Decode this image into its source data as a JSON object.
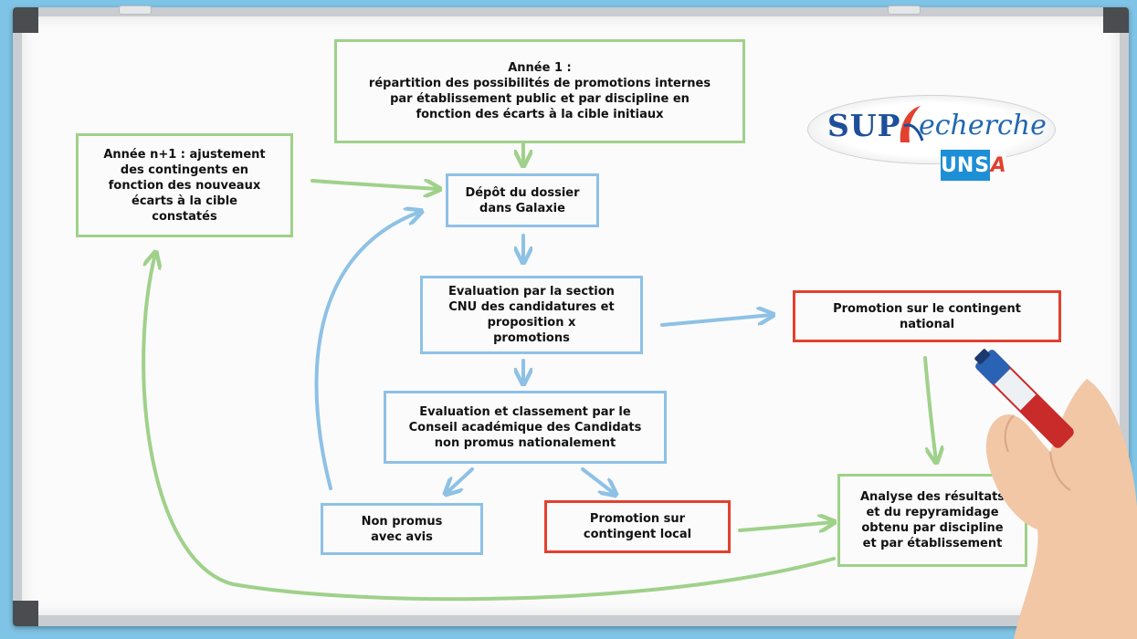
{
  "diagram": {
    "nodes": {
      "annee1": "Année 1 :\nrépartition des possibilités de promotions internes\npar établissement public et par discipline en\nfonction des écarts à la cible initiaux",
      "annee_n1": "Année n+1 : ajustement\ndes contingents en\nfonction des nouveaux\nécarts à la cible\nconstatés",
      "depot": "Dépôt du dossier\ndans Galaxie",
      "evaluation_cnu": "Evaluation par la section\nCNU des candidatures et\nproposition  x\npromotions",
      "promotion_nationale": "Promotion sur le contingent\nnational",
      "evaluation_conseil": "Evaluation et classement par le\nConseil académique des Candidats\nnon promus nationalement",
      "non_promus": "Non promus\navec avis",
      "promotion_locale": "Promotion sur\ncontingent local",
      "analyse": "Analyse des résultats\net du repyramidage\nobtenu par discipline\net par établissement"
    }
  },
  "logo": {
    "sup": "SUP",
    "rest": "echerche",
    "unsa": [
      "U",
      "N",
      "S",
      "A"
    ],
    "colors": {
      "sup": "#1d4f9a",
      "r": "#e2412f",
      "unsa_blue": "#1d8fd6",
      "unsa_red": "#e2412f"
    }
  },
  "colors": {
    "green": "#9fd18a",
    "blue": "#8ec1e6",
    "red": "#e2412f",
    "background": "#7fc4e6"
  }
}
